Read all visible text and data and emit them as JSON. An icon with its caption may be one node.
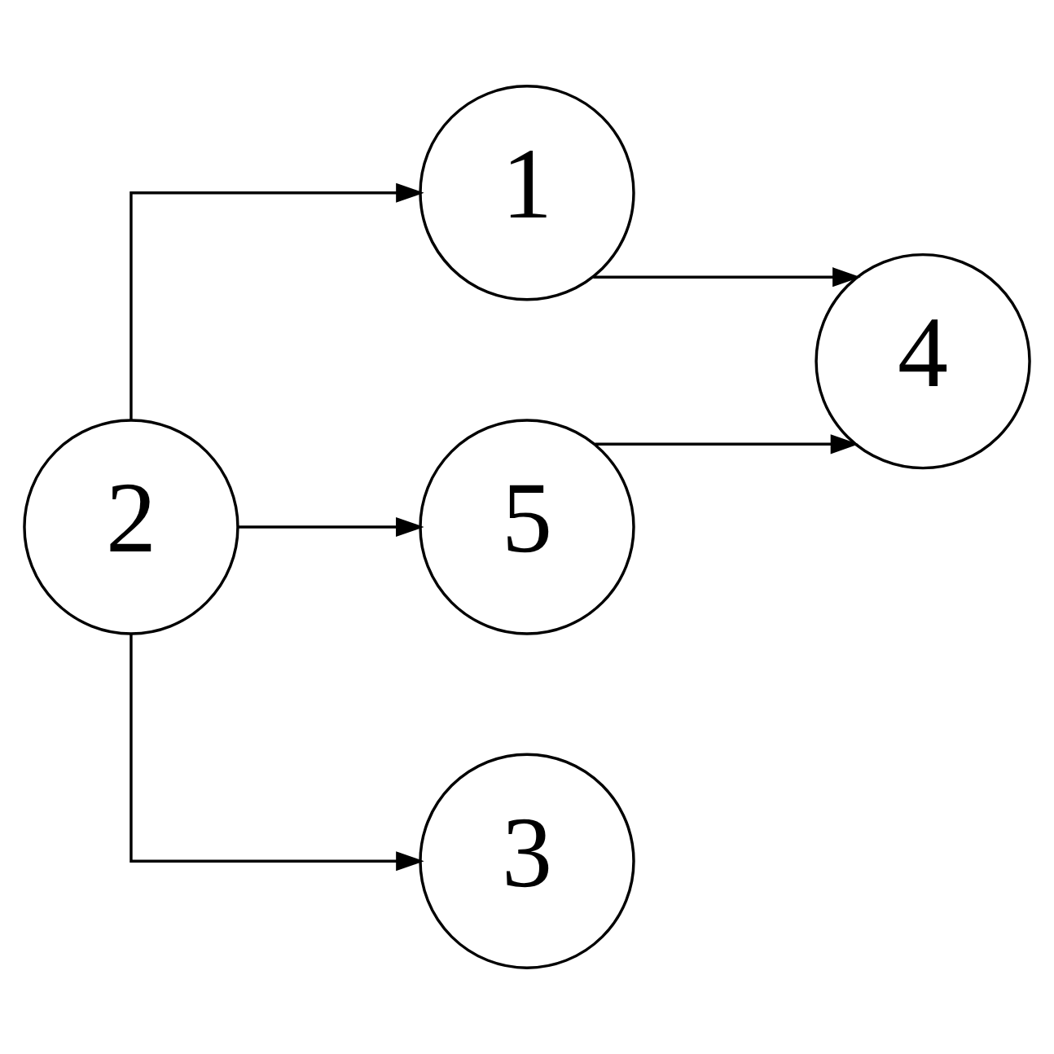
{
  "diagram": {
    "nodes": [
      {
        "text": [
          "1"
        ]
      },
      {
        "text": [
          "2"
        ]
      },
      {
        "text": [
          "5"
        ]
      },
      {
        "text": [
          "4"
        ]
      },
      {
        "text": [
          "3"
        ]
      }
    ],
    "edges": [
      {
        "from": 1,
        "to": 0,
        "arrow": "to"
      },
      {
        "from": 0,
        "to": 3,
        "arrow": "to"
      },
      {
        "from": 1,
        "to": 2,
        "arrow": "to"
      },
      {
        "from": 2,
        "to": 3,
        "arrow": "to"
      },
      {
        "from": 1,
        "to": 4,
        "arrow": "to"
      }
    ]
  }
}
